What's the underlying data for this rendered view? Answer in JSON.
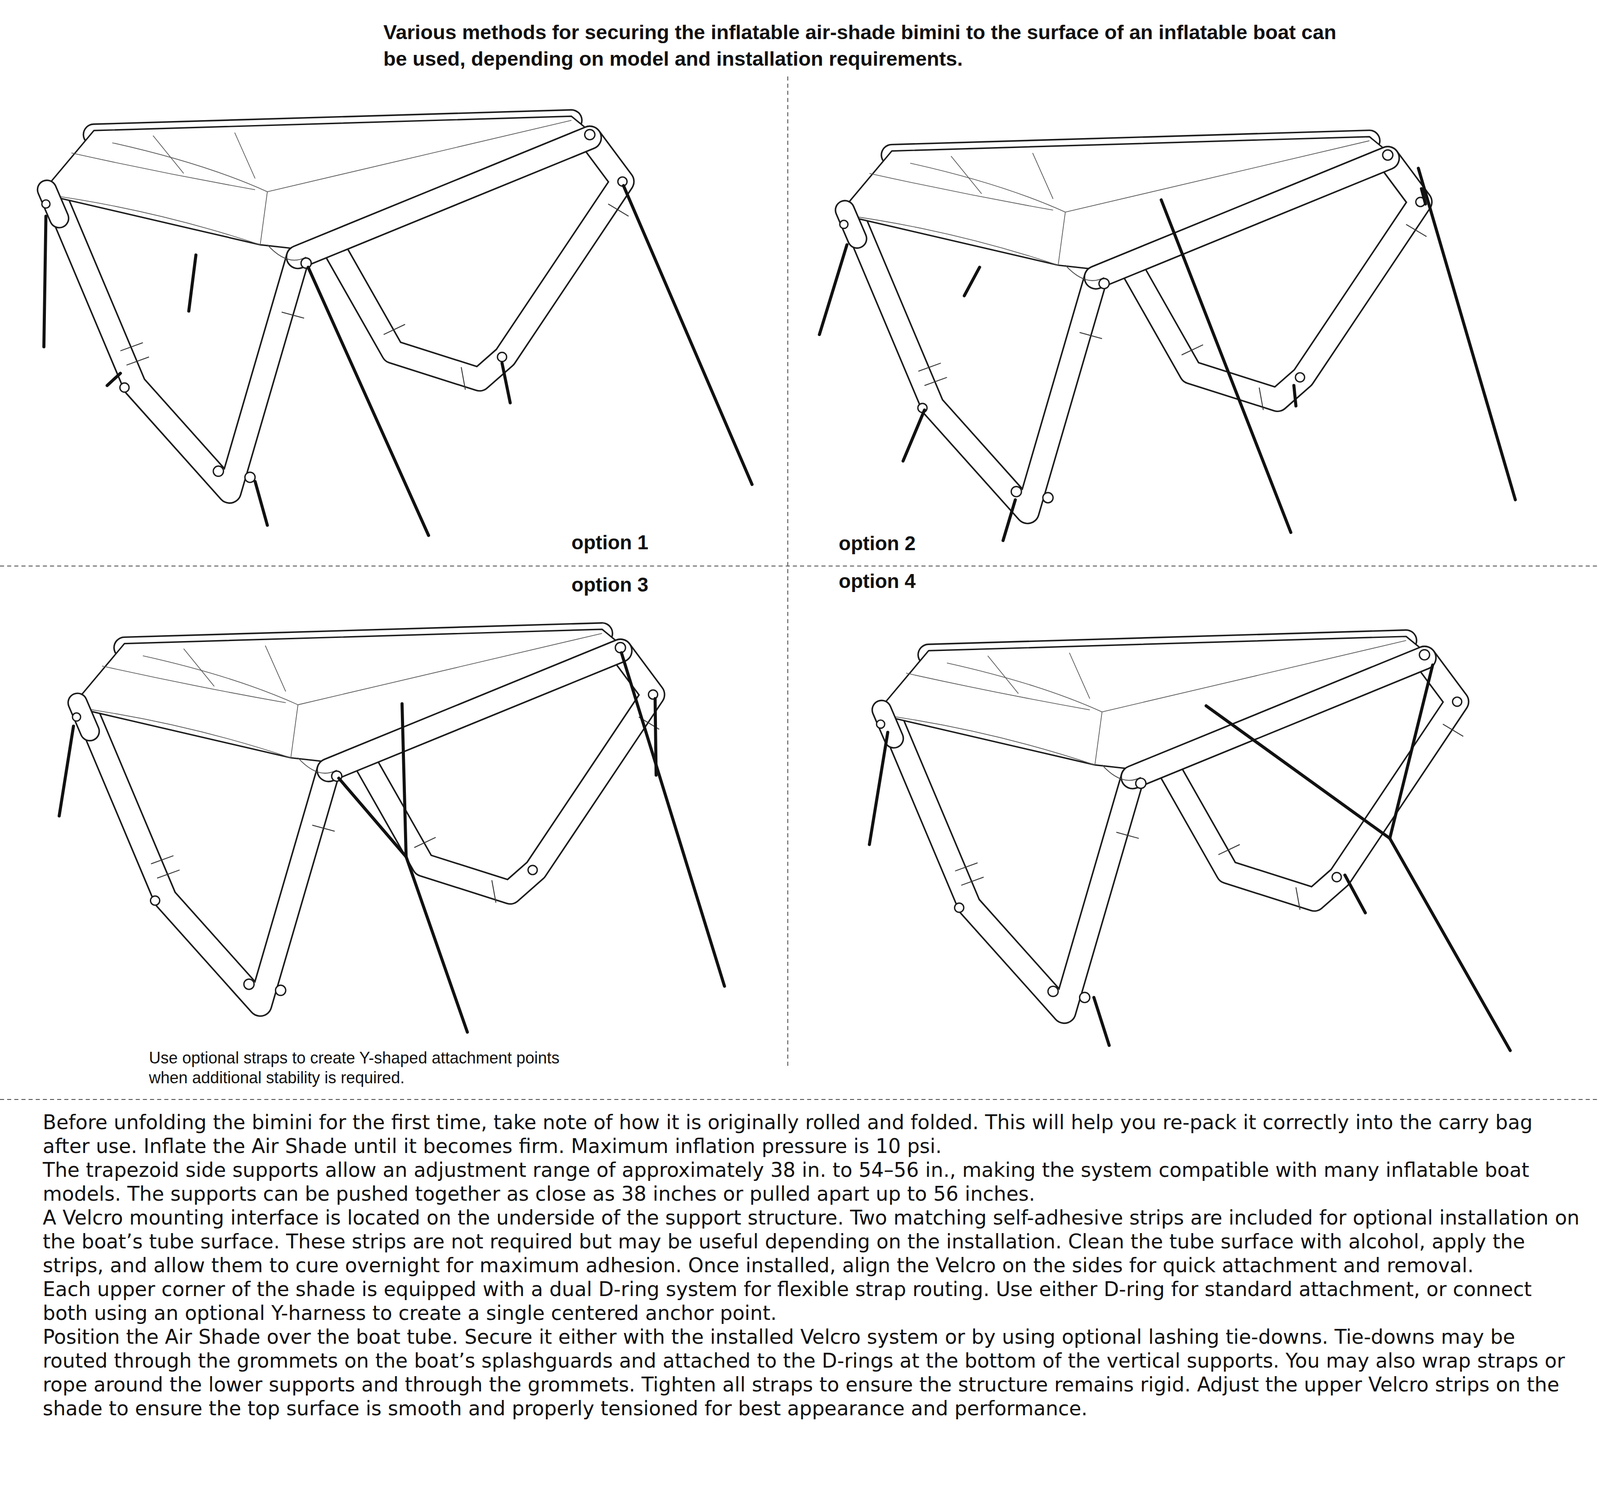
{
  "diagram": {
    "title": "Various methods for securing the inflatable air-shade bimini to the surface of an inflatable boat can be used, depending on model and installation requirements.",
    "labels": [
      "option 1",
      "option 2",
      "option 3",
      "option 4",
      "Use optional straps to create Y-shaped attachment points when additional stability is required.",
      "Before unfolding the bimini for the first time, take note of how it is originally rolled and folded. This will help you re-pack it correctly into the carry bag after use. Inflate the Air Shade until it becomes firm. Maximum inflation pressure is 10 psi.",
      "The trapezoid side supports allow an adjustment range of approximately 38 in. to 54–56 in., making the system compatible with many inflatable boat models. The supports can be pushed together as close as 38 inches or pulled apart up to 56 inches.",
      "A Velcro mounting interface is located on the underside of the support structure. Two matching self-adhesive strips are included for optional installation on the boat’s tube surface. These strips are not required but may be useful depending on the installation. Clean the tube surface with alcohol, apply the strips, and allow them to cure overnight for maximum adhesion. Once installed, align the Velcro on the sides for quick attachment and removal.",
      "Each upper corner of the shade is equipped with a dual D-ring system for flexible strap routing. Use either D-ring for standard attachment, or connect both using an optional Y-harness to create a single centered anchor point.",
      "Position the Air Shade over the boat tube. Secure it either with the installed Velcro system or by using optional lashing tie-downs. Tie-downs may be routed through the grommets on the boat’s splashguards and attached to the D-rings at the bottom of the vertical supports. You may also wrap straps or rope around the lower supports and through the grommets. Tighten all straps to ensure the structure remains rigid. Adjust the upper Velcro strips on the shade to ensure the top surface is smooth and properly tensioned for best appearance and performance."
    ]
  }
}
